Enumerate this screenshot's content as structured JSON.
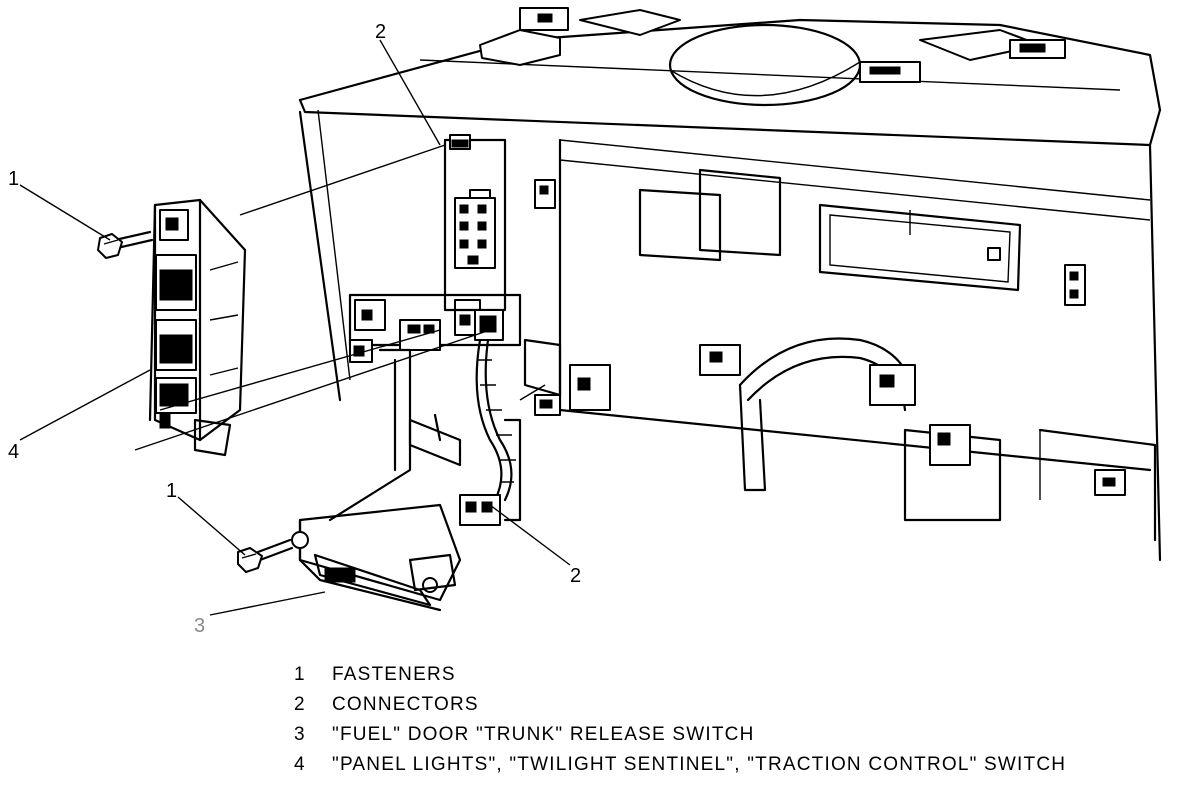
{
  "callouts": {
    "top_connector": "2",
    "fastener_upper": "1",
    "switch_panel": "4",
    "fastener_lower": "1",
    "connector_lower": "2",
    "release_switch": "3"
  },
  "legend": [
    {
      "number": "1",
      "text": "FASTENERS"
    },
    {
      "number": "2",
      "text": "CONNECTORS"
    },
    {
      "number": "3",
      "text": "\"FUEL\" DOOR \"TRUNK\" RELEASE SWITCH"
    },
    {
      "number": "4",
      "text": "\"PANEL LIGHTS\", \"TWILIGHT SENTINEL\", \"TRACTION CONTROL\" SWITCH"
    }
  ]
}
